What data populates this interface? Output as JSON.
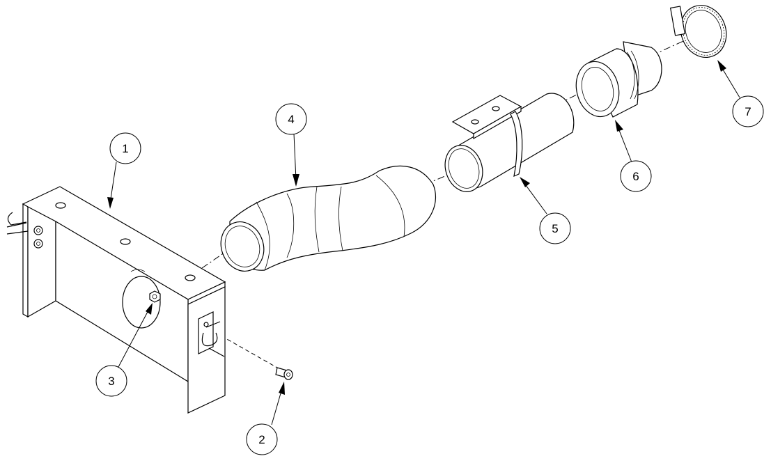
{
  "balloons": [
    {
      "label": "1"
    },
    {
      "label": "2"
    },
    {
      "label": "3"
    },
    {
      "label": "4"
    },
    {
      "label": "5"
    },
    {
      "label": "6"
    },
    {
      "label": "7"
    }
  ]
}
